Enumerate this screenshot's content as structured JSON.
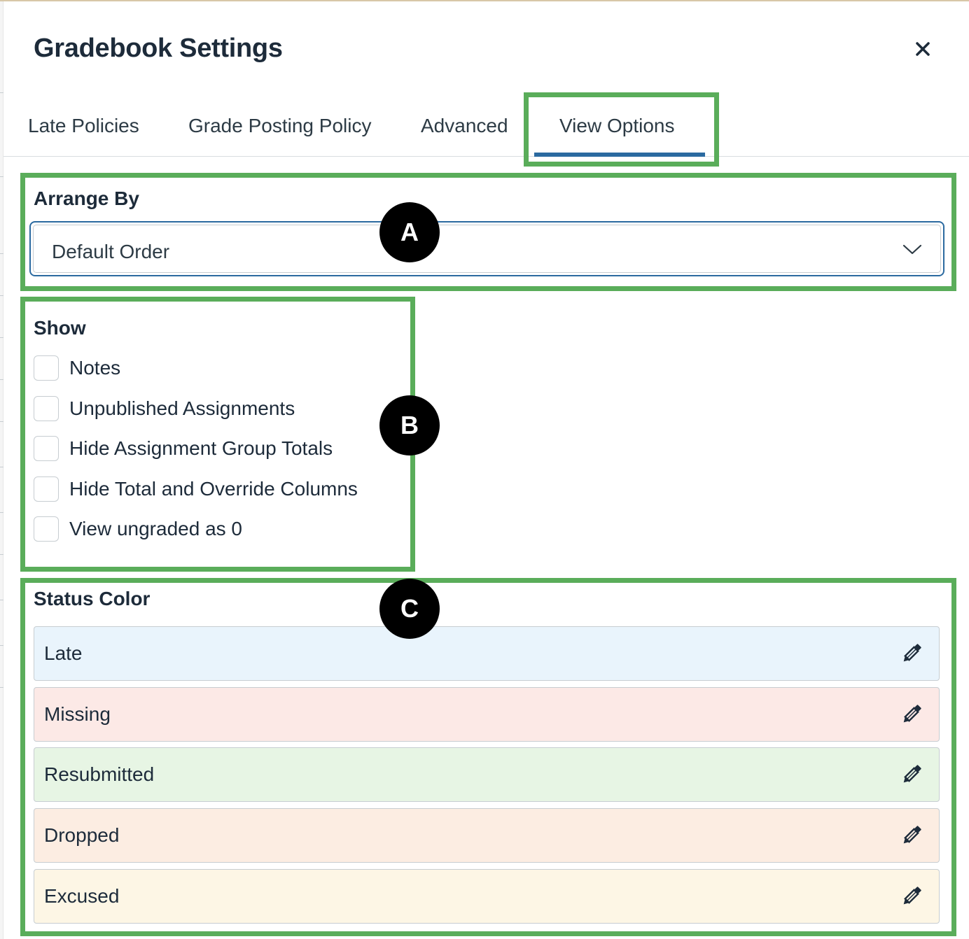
{
  "modal": {
    "title": "Gradebook Settings"
  },
  "tabs": [
    {
      "label": "Late Policies"
    },
    {
      "label": "Grade Posting Policy"
    },
    {
      "label": "Advanced"
    },
    {
      "label": "View Options",
      "selected": true
    }
  ],
  "arrange_by": {
    "label": "Arrange By",
    "selected": "Default Order"
  },
  "show": {
    "label": "Show",
    "options": [
      {
        "label": "Notes",
        "checked": false
      },
      {
        "label": "Unpublished Assignments",
        "checked": false
      },
      {
        "label": "Hide Assignment Group Totals",
        "checked": false
      },
      {
        "label": "Hide Total and Override Columns",
        "checked": false
      },
      {
        "label": "View ungraded as 0",
        "checked": false
      }
    ]
  },
  "status_color": {
    "label": "Status Color",
    "items": [
      {
        "label": "Late",
        "color": "#e9f4fc"
      },
      {
        "label": "Missing",
        "color": "#fce9e6"
      },
      {
        "label": "Resubmitted",
        "color": "#e7f5e4"
      },
      {
        "label": "Dropped",
        "color": "#fcede2"
      },
      {
        "label": "Excused",
        "color": "#fdf6e5"
      }
    ]
  },
  "callouts": {
    "a": "A",
    "b": "B",
    "c": "C"
  },
  "colors": {
    "highlight": "#5aad5a",
    "accent": "#2b6aa0"
  },
  "icons": {
    "close": "close-icon",
    "chevron": "chevron-down-icon",
    "edit": "pencil-icon"
  }
}
